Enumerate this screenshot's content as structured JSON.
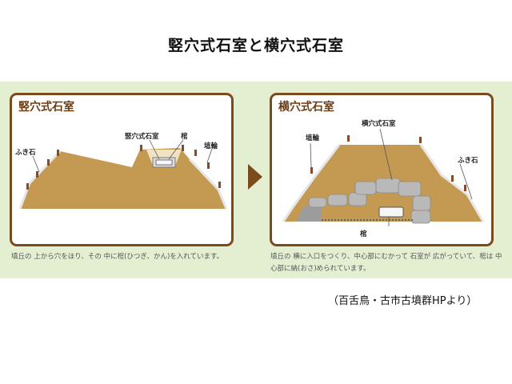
{
  "title": "竪穴式石室と横穴式石室",
  "left": {
    "heading": "竪穴式石室",
    "labels": {
      "chamber": "竪穴式石室",
      "coffin": "棺",
      "haniwa": "埴輪",
      "fukiishi": "ふき石"
    },
    "caption": "墳丘の 上から穴をほり、その 中に棺(ひつぎ、かん)を入れています。"
  },
  "right": {
    "heading": "横穴式石室",
    "labels": {
      "chamber": "横穴式石室",
      "coffin": "棺",
      "haniwa": "埴輪",
      "fukiishi": "ふき石"
    },
    "caption": "墳丘の 横に入口をつくり、中心部にむかって 石室が 広がっていて、棺は 中心部に納(おさ)められています。"
  },
  "source": "（百舌鳥・古市古墳群HPより）",
  "colors": {
    "mound": "#c49a52",
    "frame": "#7b4a1d",
    "band": "#e4efd2",
    "stone": "#b9b9b9",
    "haniwa": "#8a4a2a"
  }
}
